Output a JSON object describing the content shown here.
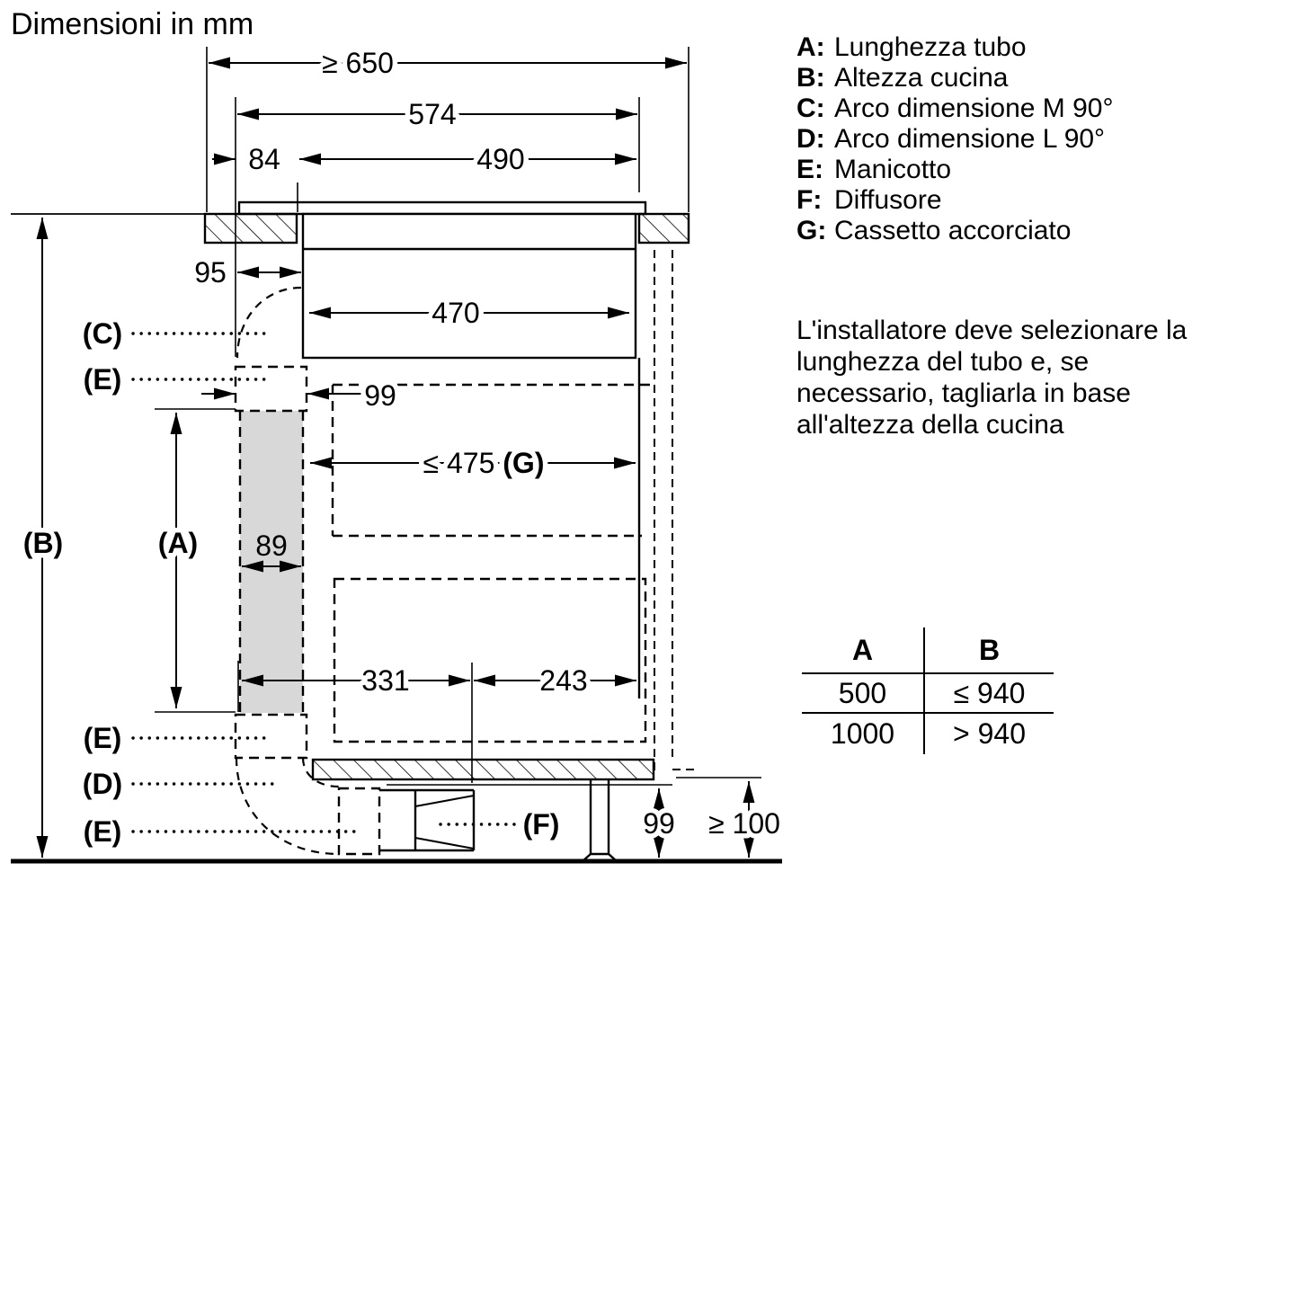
{
  "title": "Dimensioni in mm",
  "legend": {
    "items": [
      {
        "key": "A:",
        "label": "Lunghezza tubo"
      },
      {
        "key": "B:",
        "label": "Altezza cucina"
      },
      {
        "key": "C:",
        "label": "Arco dimensione M 90°"
      },
      {
        "key": "D:",
        "label": "Arco dimensione L 90°"
      },
      {
        "key": "E:",
        "label": "Manicotto"
      },
      {
        "key": "F:",
        "label": "Diffusore"
      },
      {
        "key": "G:",
        "label": "Cassetto accorciato"
      }
    ]
  },
  "note": {
    "lines": [
      "L'installatore deve selezionare la",
      "lunghezza del tubo e, se",
      "necessario, tagliarla in base",
      "all'altezza della cucina"
    ]
  },
  "table": {
    "col_a": "A",
    "col_b": "B",
    "rows": [
      {
        "a": "500",
        "b": "≤ 940"
      },
      {
        "a": "1000",
        "b": "> 940"
      }
    ]
  },
  "dimensions": {
    "niche_width": "≥ 650",
    "hob_width": "574",
    "edge_offset": "84",
    "cutout_width": "490",
    "rear_clearance": "95",
    "housing_width": "470",
    "sleeve_width_top": "99",
    "shortened_drawer": "≤ 475 ",
    "shortened_drawer_key": "(G)",
    "duct_width": "89",
    "label_a": "(A)",
    "label_b": "(B)",
    "label_c": "(C)",
    "label_d": "(D)",
    "label_e": "(E)",
    "label_f": "(F)",
    "front_depth": "331",
    "back_depth": "243",
    "plinth_height": "99",
    "floor_clearance": "≥ 100"
  },
  "colors": {
    "line": "#000000",
    "duct_fill": "#d8d8d8",
    "background": "#ffffff"
  }
}
